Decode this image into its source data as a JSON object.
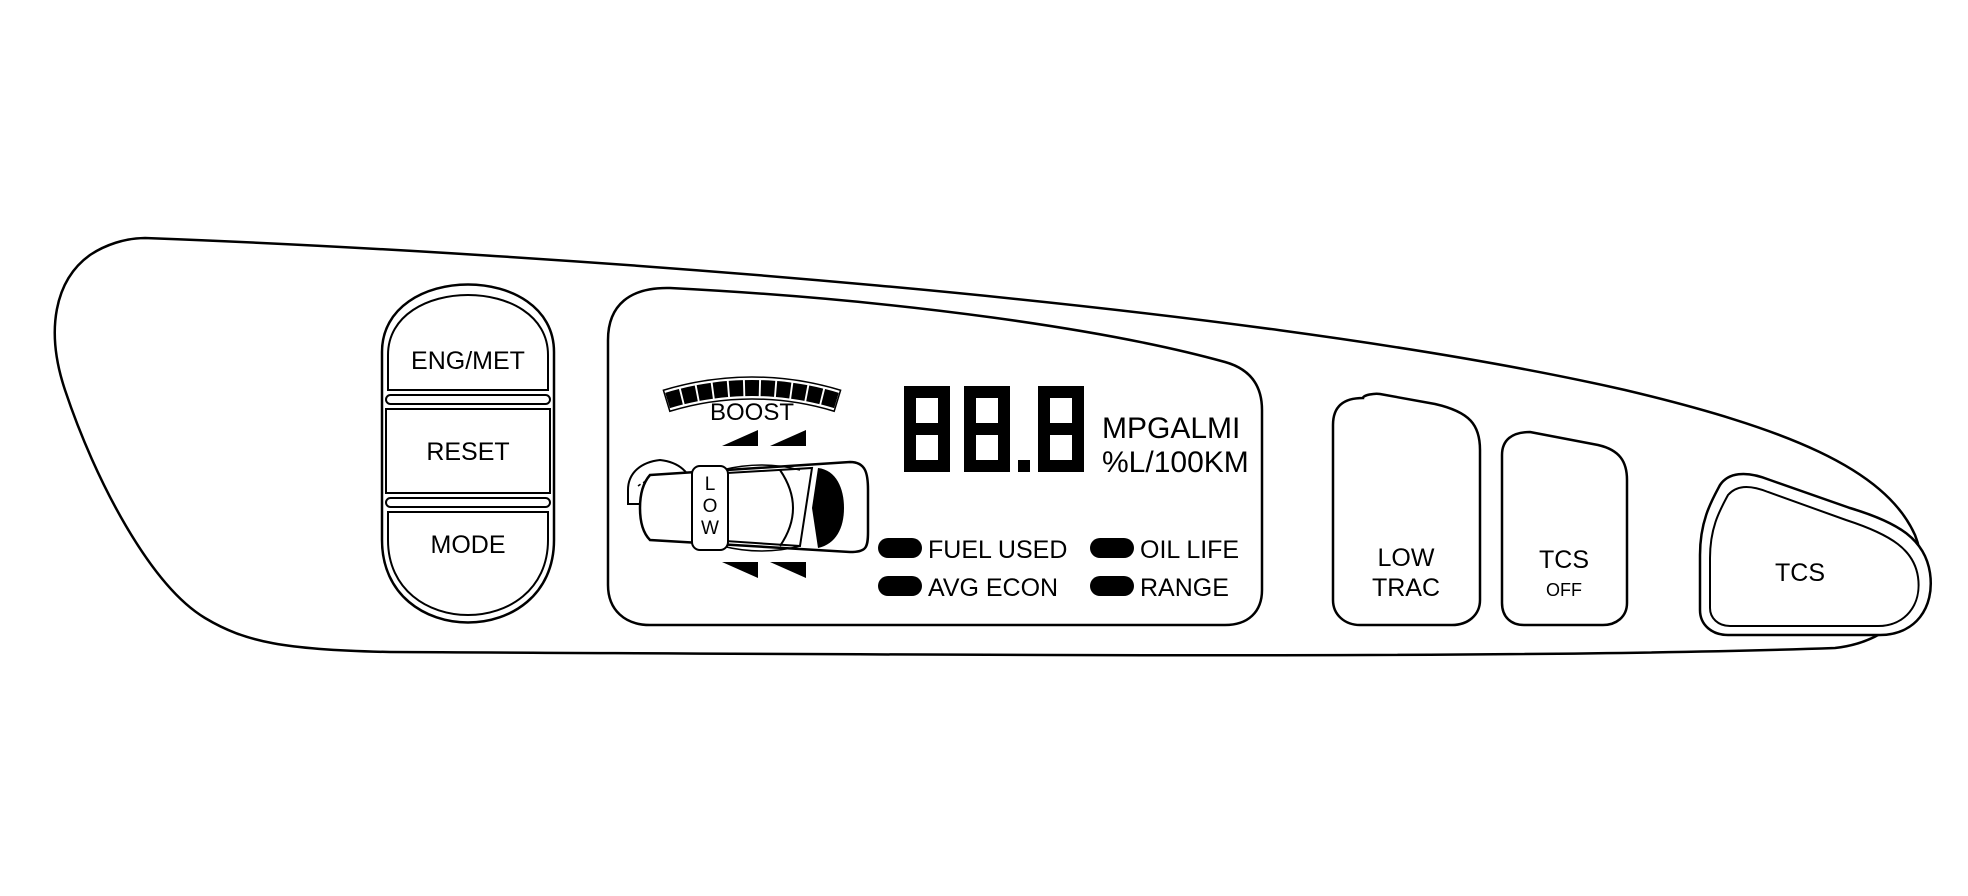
{
  "panel": {
    "buttons": {
      "eng_met": "ENG/MET",
      "reset": "RESET",
      "mode": "MODE",
      "low_trac_line1": "LOW",
      "low_trac_line2": "TRAC",
      "tcs_off_line1": "TCS",
      "tcs_off_line2": "OFF",
      "tcs": "TCS"
    },
    "display": {
      "boost_label": "BOOST",
      "boost_segment_count": 11,
      "digits": "88.8",
      "unit_line1": "MPGALMI",
      "unit_line2": "%L/100KM",
      "washer_low_label": [
        "L",
        "O",
        "W"
      ],
      "indicators": {
        "fuel_used": "FUEL USED",
        "oil_life": "OIL LIFE",
        "avg_econ": "AVG ECON",
        "range": "RANGE"
      }
    }
  }
}
